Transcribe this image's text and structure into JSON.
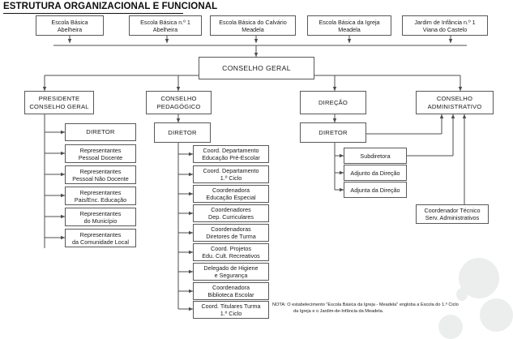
{
  "page": {
    "title": "ESTRUTURA ORGANIZACIONAL E FUNCIONAL"
  },
  "colors": {
    "box_border": "#595959",
    "wire": "#4d4d4d",
    "text": "#1a1a1a",
    "watermark": "#eceded"
  },
  "schools": [
    {
      "line1": "Escola Básica",
      "line2": "Abelheira"
    },
    {
      "line1": "Escola Básica n.º 1",
      "line2": "Abelheira"
    },
    {
      "line1": "Escola Básica do Calvário",
      "line2": "Meadela"
    },
    {
      "line1": "Escola Básica da Igreja",
      "line2": "Meadela"
    },
    {
      "line1": "Jardim de Infância n.º 1",
      "line2": "Viana do Castelo"
    }
  ],
  "council": {
    "label": "CONSELHO GERAL"
  },
  "organs": [
    {
      "line1": "PRESIDENTE",
      "line2": "CONSELHO GERAL"
    },
    {
      "line1": "CONSELHO",
      "line2": "PEDAGÓGICO"
    },
    {
      "line1": "DIREÇÃO",
      "line2": ""
    },
    {
      "line1": "CONSELHO",
      "line2": "ADMINISTRATIVO"
    }
  ],
  "directors": {
    "left": "DIRETOR",
    "middle": "DIRETOR",
    "right": "DIRETOR"
  },
  "cg_members": [
    {
      "line1": "Representantes",
      "line2": "Pessoal Docente"
    },
    {
      "line1": "Representantes",
      "line2": "Pessoal Não Docente"
    },
    {
      "line1": "Representantes",
      "line2": "Pais/Enc. Educação"
    },
    {
      "line1": "Representantes",
      "line2": "do Município"
    },
    {
      "line1": "Representantes",
      "line2": "da Comunidade Local"
    }
  ],
  "pedagogico_members": [
    {
      "line1": "Coord. Departamento",
      "line2": "Educação Pré-Escolar"
    },
    {
      "line1": "Coord. Departamento",
      "line2": "1.º Ciclo"
    },
    {
      "line1": "Coordenadora",
      "line2": "Educação Especial"
    },
    {
      "line1": "Coordenadores",
      "line2": "Dep. Curriculares"
    },
    {
      "line1": "Coordenadoras",
      "line2": "Diretores de Turma"
    },
    {
      "line1": "Coord. Projetos",
      "line2": "Edu. Cult. Recreativos"
    },
    {
      "line1": "Delegado de Higiene",
      "line2": "e Segurança"
    },
    {
      "line1": "Coordenadora",
      "line2": "Biblioteca Escolar"
    },
    {
      "line1": "Coord. Titulares Turma",
      "line2": "1.º Ciclo"
    }
  ],
  "direcao_members": [
    {
      "line1": "Subdiretora",
      "line2": ""
    },
    {
      "line1": "Adjunto da Direção",
      "line2": ""
    },
    {
      "line1": "Adjunta da Direção",
      "line2": ""
    }
  ],
  "administrativo_members": [
    {
      "line1": "Coordenador Técnico",
      "line2": "Serv. Administrativos"
    }
  ],
  "note": {
    "line1": "NOTA: O estabelecimento \"Escola Básica da Igreja - Meadela\" engloba a Escola do 1.º Ciclo",
    "line2": "da Igreja e o Jardim-de-Infância da Meadela."
  }
}
